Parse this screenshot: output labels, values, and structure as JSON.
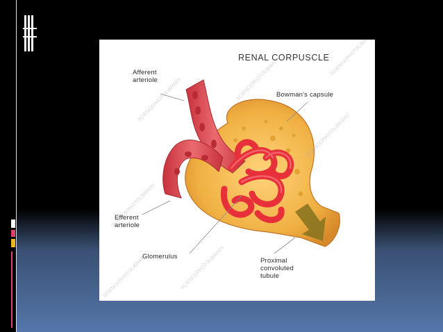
{
  "diagram": {
    "title": "RENAL CORPUSCLE",
    "labels": {
      "afferent": "Afferent\narteriole",
      "bowman": "Bowman's capsule",
      "efferent": "Efferent\narteriole",
      "glomerulus": "Glomerulus",
      "proximal": "Proximal\nconvoluted\ntubule"
    },
    "watermark": "SCIENCEPHOTOLIBRARY"
  },
  "colors": {
    "background_top": "#000000",
    "background_bottom": "#5577aa",
    "capsule": "#f0b042",
    "vessel": "#e0505a",
    "glomerulus": "#e8303a",
    "arrow": "#8a7420"
  }
}
